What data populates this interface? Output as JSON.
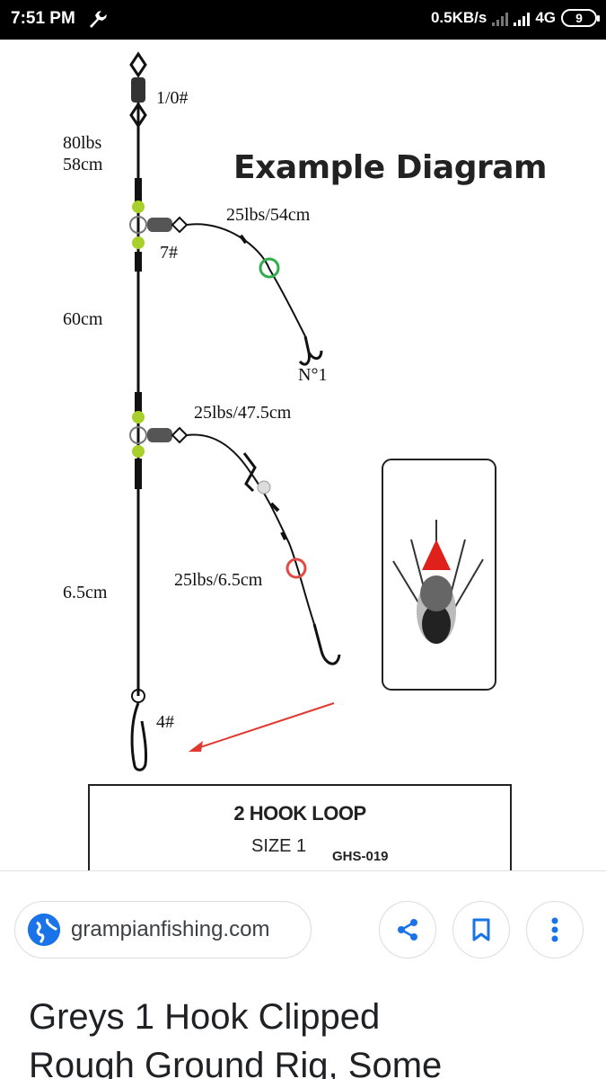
{
  "status_bar": {
    "time": "7:51 PM",
    "network_speed": "0.5KB/s",
    "network_type": "4G",
    "battery": "9",
    "icons": [
      "wrench-icon",
      "signal-icon",
      "battery-icon"
    ]
  },
  "image": {
    "title": "Example Diagram",
    "labels": {
      "top_swivel": "1/0#",
      "main_line_top": [
        "80lbs",
        "58cm"
      ],
      "swivel_1": "7#",
      "snood_1": "25lbs/54cm",
      "hook_1": "N°1",
      "main_line_middle": "60cm",
      "snood_2": "25lbs/47.5cm",
      "snood_2_lower": "25lbs/6.5cm",
      "main_line_bottom": "6.5cm",
      "clip": "4#"
    },
    "product": {
      "name": "2 HOOK LOOP",
      "size": "SIZE 1",
      "code": "GHS-019"
    },
    "colors": {
      "bead_green": "#a8cf2a",
      "ring_green": "#2fae4a",
      "ring_red": "#e04b43",
      "arrow_red": "#e03a30",
      "lure_red": "#e0201b"
    }
  },
  "source": {
    "domain": "grampianfishing.com"
  },
  "actions": {
    "share": "share-icon",
    "save": "bookmark-icon",
    "more": "more-vert-icon"
  },
  "caption": {
    "line1": "Greys 1 Hook Clipped",
    "line2": "Rough Ground Rig, Some"
  }
}
